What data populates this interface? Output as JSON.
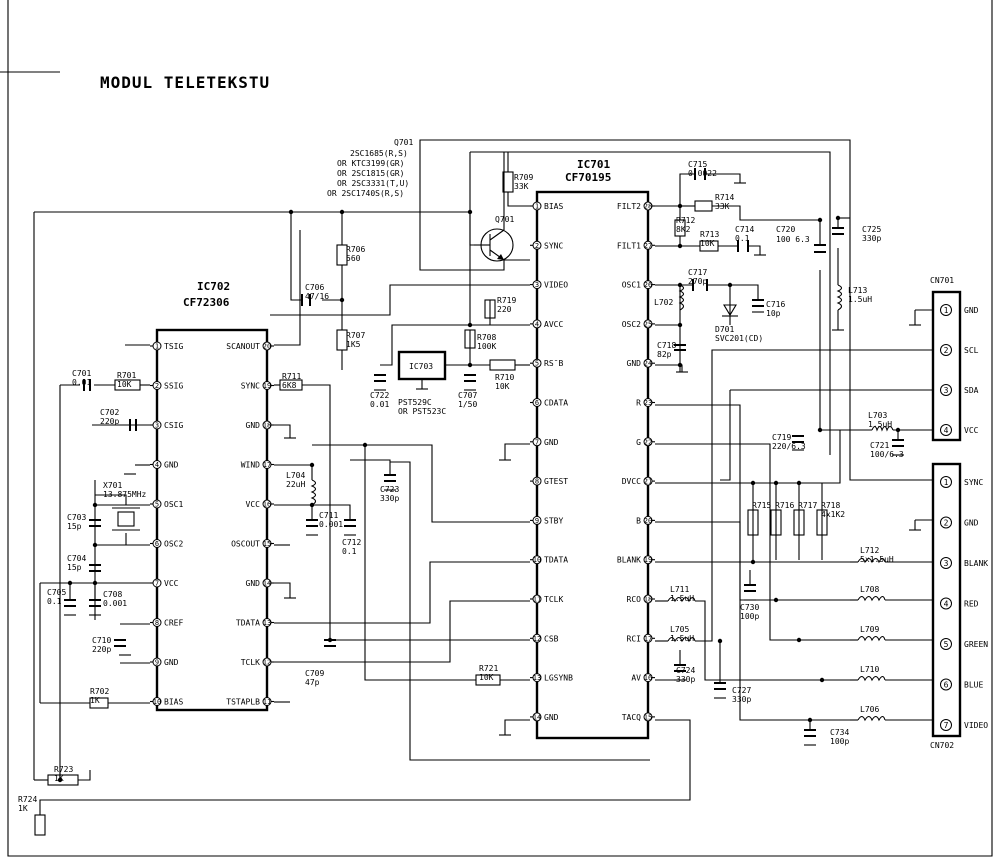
{
  "title": "MODUL TELETEKSTU",
  "ic701": {
    "ref": "IC701",
    "part": "CF70195",
    "left_pins": [
      {
        "n": "1",
        "name": "BIAS"
      },
      {
        "n": "2",
        "name": "SYNC"
      },
      {
        "n": "3",
        "name": "VIDEO"
      },
      {
        "n": "4",
        "name": "AVCC"
      },
      {
        "n": "5",
        "name": "RS¯B"
      },
      {
        "n": "6",
        "name": "CDATA"
      },
      {
        "n": "7",
        "name": "GND"
      },
      {
        "n": "8",
        "name": "GTEST"
      },
      {
        "n": "9",
        "name": "STBY"
      },
      {
        "n": "10",
        "name": "TDATA"
      },
      {
        "n": "11",
        "name": "TCLK"
      },
      {
        "n": "12",
        "name": "CSB"
      },
      {
        "n": "13",
        "name": "LGSYNB"
      },
      {
        "n": "14",
        "name": "GND"
      }
    ],
    "right_pins": [
      {
        "n": "28",
        "name": "FILT2"
      },
      {
        "n": "27",
        "name": "FILT1"
      },
      {
        "n": "26",
        "name": "OSC1"
      },
      {
        "n": "25",
        "name": "OSC2"
      },
      {
        "n": "24",
        "name": "GND"
      },
      {
        "n": "23",
        "name": "R"
      },
      {
        "n": "22",
        "name": "G"
      },
      {
        "n": "21",
        "name": "DVCC"
      },
      {
        "n": "20",
        "name": "B"
      },
      {
        "n": "19",
        "name": "BLANK"
      },
      {
        "n": "18",
        "name": "RCO"
      },
      {
        "n": "17",
        "name": "RCI"
      },
      {
        "n": "16",
        "name": "AV"
      },
      {
        "n": "15",
        "name": "TACQ"
      }
    ]
  },
  "ic702": {
    "ref": "IC702",
    "part": "CF72306",
    "left_pins": [
      {
        "n": "1",
        "name": "TSIG"
      },
      {
        "n": "2",
        "name": "SSIG"
      },
      {
        "n": "3",
        "name": "CSIG"
      },
      {
        "n": "4",
        "name": "GND"
      },
      {
        "n": "5",
        "name": "OSC1"
      },
      {
        "n": "6",
        "name": "OSC2"
      },
      {
        "n": "7",
        "name": "VCC"
      },
      {
        "n": "8",
        "name": "CREF"
      },
      {
        "n": "9",
        "name": "GND"
      },
      {
        "n": "10",
        "name": "BIAS"
      }
    ],
    "right_pins": [
      {
        "n": "20",
        "name": "SCANOUT"
      },
      {
        "n": "19",
        "name": "SYNC"
      },
      {
        "n": "18",
        "name": "GND"
      },
      {
        "n": "17",
        "name": "WIND"
      },
      {
        "n": "16",
        "name": "VCC"
      },
      {
        "n": "15",
        "name": "OSCOUT"
      },
      {
        "n": "14",
        "name": "GND"
      },
      {
        "n": "13",
        "name": "TDATA"
      },
      {
        "n": "12",
        "name": "TCLK"
      },
      {
        "n": "11",
        "name": "TSTAPLB"
      }
    ]
  },
  "cn701": {
    "ref": "CN701",
    "pins": [
      {
        "n": "1",
        "name": "GND"
      },
      {
        "n": "2",
        "name": "SCL"
      },
      {
        "n": "3",
        "name": "SDA"
      },
      {
        "n": "4",
        "name": "VCC"
      }
    ]
  },
  "cn702": {
    "ref": "CN702",
    "pins": [
      {
        "n": "1",
        "name": "SYNC"
      },
      {
        "n": "2",
        "name": "GND"
      },
      {
        "n": "3",
        "name": "BLANK"
      },
      {
        "n": "4",
        "name": "RED"
      },
      {
        "n": "5",
        "name": "GREEN"
      },
      {
        "n": "6",
        "name": "BLUE"
      },
      {
        "n": "7",
        "name": "VIDEO"
      }
    ]
  },
  "ic703": {
    "ref": "IC703",
    "part1": "PST529C",
    "part2": "OR PST523C"
  },
  "q701": {
    "ref": "Q701",
    "label": "Q701",
    "types": [
      "2SC1685(R,S)",
      "OR KTC3199(GR)",
      "OR 2SC1815(GR)",
      "OR 2SC3331(T,U)",
      "OR 2SC1740S(R,S)"
    ]
  },
  "components": [
    {
      "id": "R709",
      "ref": "R709",
      "val": "33K"
    },
    {
      "id": "C715",
      "ref": "C715",
      "val": "0.0022"
    },
    {
      "id": "R714",
      "ref": "R714",
      "val": "33K"
    },
    {
      "id": "R712",
      "ref": "R712",
      "val": "8K2"
    },
    {
      "id": "R713",
      "ref": "R713",
      "val": "10K"
    },
    {
      "id": "C714",
      "ref": "C714",
      "val": "0.1"
    },
    {
      "id": "C720",
      "ref": "C720",
      "val": "100 6.3"
    },
    {
      "id": "C725",
      "ref": "C725",
      "val": "330p"
    },
    {
      "id": "R706",
      "ref": "R706",
      "val": "560"
    },
    {
      "id": "C706",
      "ref": "C706",
      "val": "47/16"
    },
    {
      "id": "R707",
      "ref": "R707",
      "val": "1K5"
    },
    {
      "id": "R719",
      "ref": "R719",
      "val": "220"
    },
    {
      "id": "R708",
      "ref": "R708",
      "val": "100K"
    },
    {
      "id": "R710",
      "ref": "R710",
      "val": "10K"
    },
    {
      "id": "C722",
      "ref": "C722",
      "val": "0.01"
    },
    {
      "id": "C707",
      "ref": "C707",
      "val": "1/50"
    },
    {
      "id": "C717",
      "ref": "C717",
      "val": "270p"
    },
    {
      "id": "L702",
      "ref": "L702",
      "val": ""
    },
    {
      "id": "C716",
      "ref": "C716",
      "val": "10p"
    },
    {
      "id": "D701",
      "ref": "D701",
      "val": "SVC201(CD)"
    },
    {
      "id": "C718",
      "ref": "C718",
      "val": "82p"
    },
    {
      "id": "L713",
      "ref": "L713",
      "val": "1.5uH"
    },
    {
      "id": "C701",
      "ref": "C701",
      "val": "0.01"
    },
    {
      "id": "R701",
      "ref": "R701",
      "val": "10K"
    },
    {
      "id": "C702",
      "ref": "C702",
      "val": "220p"
    },
    {
      "id": "R711",
      "ref": "R711",
      "val": "6K8"
    },
    {
      "id": "X701",
      "ref": "X701",
      "val": "13.875MHz"
    },
    {
      "id": "C703",
      "ref": "C703",
      "val": "15p"
    },
    {
      "id": "C704",
      "ref": "C704",
      "val": "15p"
    },
    {
      "id": "L704",
      "ref": "L704",
      "val": "22uH"
    },
    {
      "id": "C711",
      "ref": "C711",
      "val": "0.001"
    },
    {
      "id": "C712",
      "ref": "C712",
      "val": "0.1"
    },
    {
      "id": "C723",
      "ref": "C723",
      "val": "330p"
    },
    {
      "id": "C705",
      "ref": "C705",
      "val": "0.1"
    },
    {
      "id": "C708",
      "ref": "C708",
      "val": "0.001"
    },
    {
      "id": "C710",
      "ref": "C710",
      "val": "220p"
    },
    {
      "id": "C709",
      "ref": "C709",
      "val": "47p"
    },
    {
      "id": "R702",
      "ref": "R702",
      "val": "1K"
    },
    {
      "id": "R721",
      "ref": "R721",
      "val": "10K"
    },
    {
      "id": "R723",
      "ref": "R723",
      "val": "1K"
    },
    {
      "id": "R724",
      "ref": "R724",
      "val": "1K"
    },
    {
      "id": "L703",
      "ref": "L703",
      "val": "1.5uH"
    },
    {
      "id": "C719",
      "ref": "C719",
      "val": "220/6.3"
    },
    {
      "id": "C721",
      "ref": "C721",
      "val": "100/6.3"
    },
    {
      "id": "R715",
      "ref": "R715",
      "val": ""
    },
    {
      "id": "R716",
      "ref": "R716",
      "val": ""
    },
    {
      "id": "R717",
      "ref": "R717",
      "val": ""
    },
    {
      "id": "R718",
      "ref": "R718",
      "val": "4x1K2"
    },
    {
      "id": "L712",
      "ref": "L712",
      "val": "5x1.5uH"
    },
    {
      "id": "L711",
      "ref": "L711",
      "val": "1.5uH"
    },
    {
      "id": "L705",
      "ref": "L705",
      "val": "1.5uH"
    },
    {
      "id": "C730",
      "ref": "C730",
      "val": "100p"
    },
    {
      "id": "L708",
      "ref": "L708",
      "val": ""
    },
    {
      "id": "L709",
      "ref": "L709",
      "val": ""
    },
    {
      "id": "L710",
      "ref": "L710",
      "val": ""
    },
    {
      "id": "L706",
      "ref": "L706",
      "val": ""
    },
    {
      "id": "C724",
      "ref": "C724",
      "val": "330p"
    },
    {
      "id": "C727",
      "ref": "C727",
      "val": "330p"
    },
    {
      "id": "C734",
      "ref": "C734",
      "val": "100p"
    }
  ]
}
